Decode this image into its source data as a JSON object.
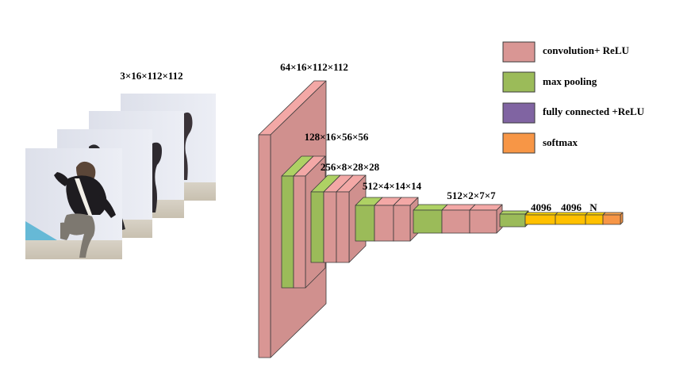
{
  "input": {
    "label": "3×16×112×112",
    "frames": 4
  },
  "layers": [
    {
      "label": "64×16×112×112"
    },
    {
      "label": "128×16×56×56"
    },
    {
      "label": "256×8×28×28"
    },
    {
      "label": "512×4×14×14"
    },
    {
      "label": "512×2×7×7"
    },
    {
      "label": "4096"
    },
    {
      "label": "4096"
    },
    {
      "label": "N"
    }
  ],
  "legend": [
    {
      "label": "convolution+ ReLU",
      "color": "#d99694"
    },
    {
      "label": "max pooling",
      "color": "#9bbb59"
    },
    {
      "label": "fully connected +ReLU",
      "color": "#8064a2"
    },
    {
      "label": "softmax",
      "color": "#f79646"
    }
  ],
  "colors": {
    "conv": "#d99694",
    "pool": "#9bbb59",
    "fc": "#ffc000",
    "softmax": "#f79646",
    "stroke": "#3a3a3a"
  }
}
